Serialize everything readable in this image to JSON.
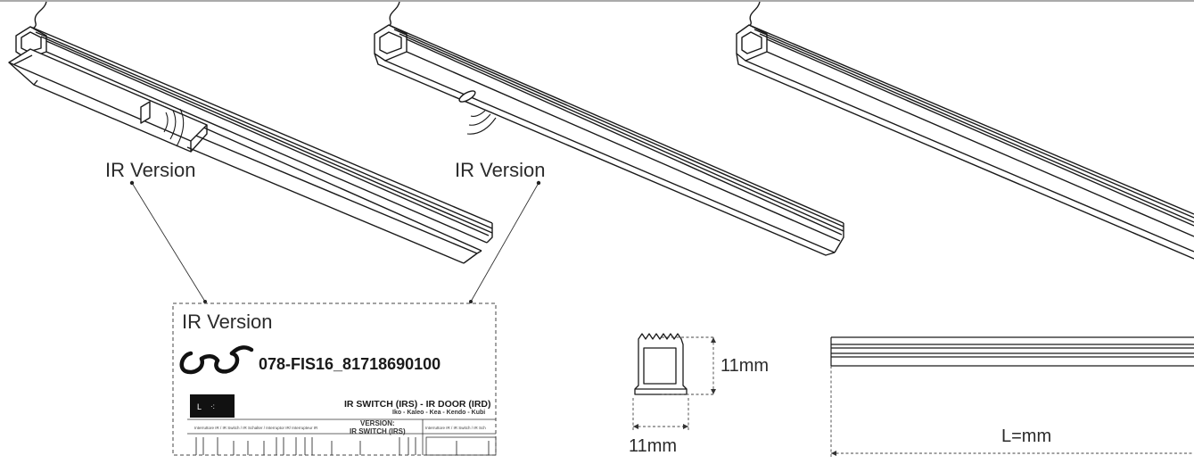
{
  "labels": {
    "ir_version_left": "IR Version",
    "ir_version_middle": "IR Version",
    "card_title": "IR Version",
    "product_code": "078-FIS16_81718690100",
    "card_heading": "IR SWITCH (IRS) - IR DOOR (IRD)",
    "card_models": "Iko - Kaleo - Kea - Kendo - Kubi",
    "card_version_label": "VERSION:",
    "card_version_value": "IR SWITCH (IRS)",
    "card_small_left": "Interruttore IR / IR Switch / IR Schalter / Interruptor IR/ Interrupteur IR",
    "card_small_right": "Interruttore IR / IR Switch / IR Sch",
    "dim_height": "11mm",
    "dim_width": "11mm",
    "dim_length": "L=mm"
  },
  "colors": {
    "line": "#1a1a1a",
    "dashed": "#444444",
    "text": "#2b2b2b"
  },
  "icons": {
    "brand": "glasses-logo-icon",
    "sensor": "ir-wave-icon"
  }
}
